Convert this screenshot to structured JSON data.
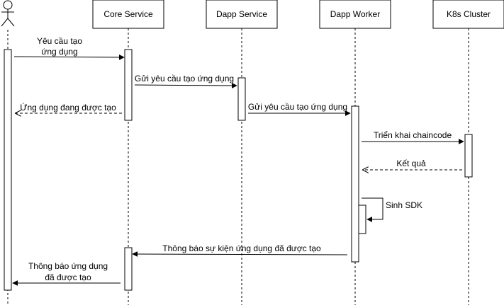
{
  "participants": {
    "core": "Core Service",
    "dapp": "Dapp Service",
    "worker": "Dapp Worker",
    "k8s": "K8s Cluster"
  },
  "messages": {
    "m1_line1": "Yêu cầu tạo",
    "m1_line2": "ứng dụng",
    "m2": "Gửi yêu cầu tạo ứng dụng",
    "m3": "Ứng dụng đang được tạo",
    "m4": "Gửi yêu cầu tạo ứng dụng",
    "m5": "Triển khai chaincode",
    "m6": "Kết quả",
    "m7": "Sinh SDK",
    "m8": "Thông báo sự kiện ứng dụng đã được tạo",
    "m9_line1": "Thông báo ứng dụng",
    "m9_line2": "đã được tạo"
  }
}
